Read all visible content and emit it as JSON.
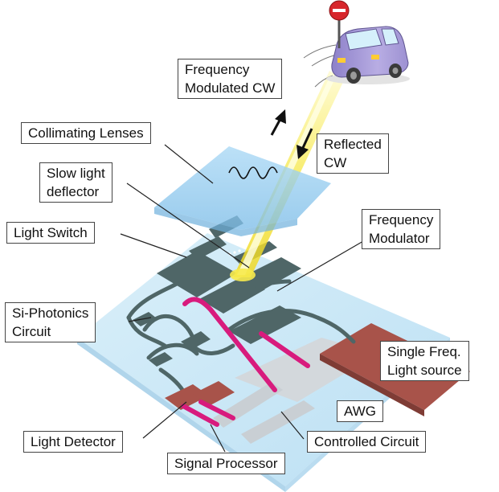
{
  "labels": {
    "freq_mod_cw_1": "Frequency",
    "freq_mod_cw_2": "Modulated CW",
    "collimating_lenses": "Collimating Lenses",
    "reflected_cw_1": "Reflected",
    "reflected_cw_2": "CW",
    "slow_light_1": "Slow light",
    "slow_light_2": "deflector",
    "light_switch": "Light Switch",
    "frequency_modulator_1": "Frequency",
    "frequency_modulator_2": "Modulator",
    "si_photonics_1": "Si-Photonics",
    "si_photonics_2": "Circuit",
    "single_freq_1": "Single Freq.",
    "single_freq_2": "Light source",
    "awg": "AWG",
    "light_detector": "Light Detector",
    "controlled_circuit": "Controlled Circuit",
    "signal_processor": "Signal Processor"
  },
  "colors": {
    "chip": "#bfe2f5",
    "lens": "#8ec8ef",
    "component": "#4f6667",
    "electrode": "#d81b7d",
    "light_source": "#a8534a",
    "beam": "#f6e84a",
    "car": "#a79bd6",
    "sign": "#d7262b"
  }
}
